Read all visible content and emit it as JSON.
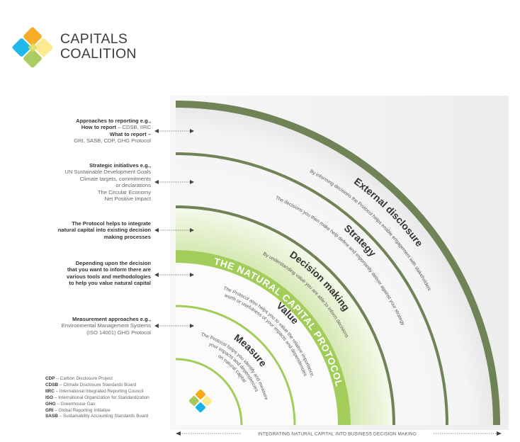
{
  "brand": {
    "name_line1": "CAPITALS",
    "name_line2": "COALITION",
    "colors": {
      "orange": "#f7a81b",
      "blue": "#14b4e8",
      "yellow": "#fbe98a",
      "green": "#a7c957",
      "dark_green": "#708356",
      "light_green": "#a3cd5a"
    }
  },
  "left_notes": [
    {
      "lines": [
        {
          "text": "Approaches to reporting e.g.,",
          "bold": true
        },
        {
          "bold_part": "How to report",
          "rest": " – CDSB, IIRC"
        },
        {
          "text": "What to report –",
          "bold": true
        },
        {
          "text": "GRI, SASB, CDP, GHG Protocol"
        }
      ]
    },
    {
      "lines": [
        {
          "text": "Strategic initiatives e.g.,",
          "bold": true
        },
        {
          "text": "UN Sustainable Development Goals"
        },
        {
          "text": "Climate targets, commitments"
        },
        {
          "text": "or declarations"
        },
        {
          "text": "The Circular Economy"
        },
        {
          "text": "Net Positive Impact"
        }
      ]
    },
    {
      "lines": [
        {
          "text": "The Protocol helps to integrate",
          "bold": true
        },
        {
          "text": "natural capital into existing decision",
          "bold": true
        },
        {
          "text": "making processes",
          "bold": true
        }
      ]
    },
    {
      "lines": [
        {
          "text": "Depending upon the decision",
          "bold": true
        },
        {
          "text": "that you want to inform there are",
          "bold": true
        },
        {
          "text": "various tools and methodologies",
          "bold": true
        },
        {
          "text": "to help you value natural capital",
          "bold": true
        }
      ]
    },
    {
      "lines": [
        {
          "text": "Measurement approaches e.g.,",
          "bold": true
        },
        {
          "text": "Environmental Management Systems"
        },
        {
          "text": "(ISO 14001) GHG Protocol"
        }
      ]
    }
  ],
  "rings": {
    "external": {
      "label": "External disclosure",
      "desc": [
        "By informing decisions the Protocol helps enable engagement with stakeholders"
      ]
    },
    "strategy": {
      "label": "Strategy",
      "desc": [
        "The decisions you then make help define and importantly deliver against your strategy"
      ]
    },
    "decision": {
      "label": "Decision making",
      "desc": [
        "By understanding value you are able to inform decisions"
      ]
    },
    "protocol": {
      "label": "THE NATURAL CAPITAL PROTOCOL"
    },
    "value": {
      "label": "Value",
      "desc": [
        "The Protocol also helps you to value the relative importance,",
        "worth or usefulness of your impacts and dependencies"
      ]
    },
    "measure": {
      "label": "Measure",
      "desc": [
        "The Protocol helps you identify and measure",
        "your impacts and dependencies",
        "on natural capital"
      ]
    }
  },
  "glossary": [
    {
      "abbr": "CDP",
      "full": "Carbon Disclosure Project"
    },
    {
      "abbr": "CDSB",
      "full": "Climate Disclosure Standards Board"
    },
    {
      "abbr": "IIRC",
      "full": "International Integrated Reporting Council"
    },
    {
      "abbr": "ISO",
      "full": "International Organization for Standardization"
    },
    {
      "abbr": "GHG",
      "full": "Greenhouse Gas"
    },
    {
      "abbr": "GRI",
      "full": "Global Reporting Initiative"
    },
    {
      "abbr": "SASB",
      "full": "Sustainability Accounting Standards Board"
    }
  ],
  "axis_label": "INTEGRATING NATURAL CAPITAL INTO BUSINESS DECISION MAKING"
}
